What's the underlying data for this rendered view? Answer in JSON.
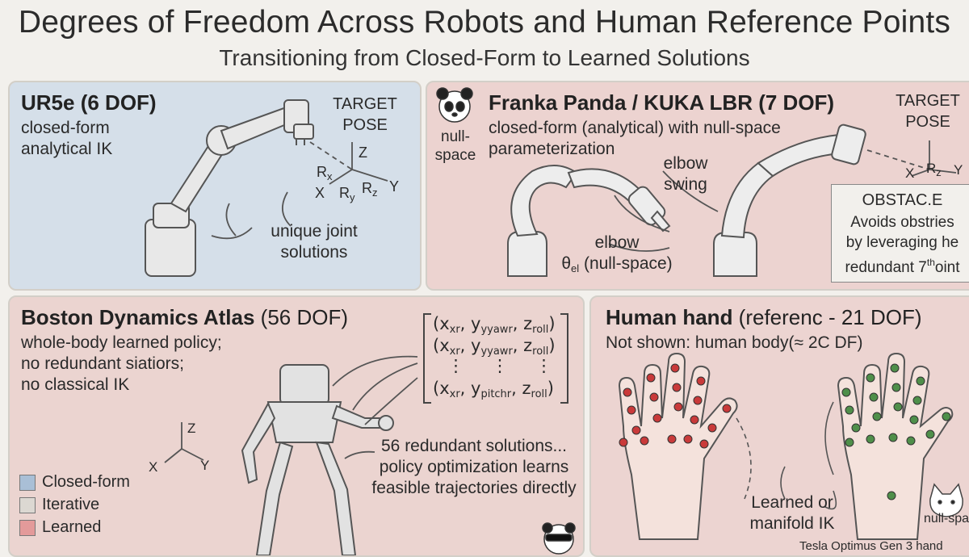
{
  "header": {
    "title": "Degrees of Freedom Across Robots and Human Reference Points",
    "subtitle": "Transitioning from Closed-Form to Learned Solutions"
  },
  "panels": {
    "ur5e": {
      "title": "UR5e (6 DOF)",
      "desc1": "closed-form",
      "desc2": "analytical IK",
      "target1": "TARGET",
      "target2": "POSE",
      "axes": {
        "z": "Z",
        "x": "X",
        "y": "Y",
        "rx": "R",
        "rx_sub": "x",
        "ry": "R",
        "ry_sub": "y",
        "rz": "R",
        "rz_sub": "z"
      },
      "note1": "unique joint",
      "note2": "solutions"
    },
    "franka": {
      "title": "Franka Panda / KUKA LBR (7 DOF)",
      "null1": "null-",
      "null2": "space",
      "desc1": "closed-form (analytical) with null-space",
      "desc2": "parameterization",
      "swing1": "elbow",
      "swing2": "swing",
      "elbow1": "elbow",
      "elbow_theta": "θ",
      "elbow_sub": "el",
      "elbow_rest": " (null-space)",
      "target1": "TARGET",
      "target2": "POSE",
      "axes": {
        "x": "X",
        "y": "Y",
        "rz": "R",
        "rz_sub": "z"
      },
      "obstacle_title": "OBSTAC.E",
      "obs1": "Avoids obstries",
      "obs2": "by leveraging he",
      "obs3a": "redundant 7",
      "obs3sup": "th",
      "obs3b": "oint"
    },
    "atlas": {
      "title_bold": "Boston Dynamics Atlas",
      "title_rest": " (56 DOF)",
      "desc1": "whole-body learned policy;",
      "desc2": "no redundant siatiors;",
      "desc3": "no classical IK",
      "matrix": {
        "r1": [
          "(x",
          "xr",
          ", y",
          "yyawr",
          ", z",
          "roll",
          ")"
        ],
        "r2": [
          "(x",
          "xr",
          ", y",
          "yyawr",
          ", z",
          "roll",
          ")"
        ],
        "dots": "⋮",
        "r3": [
          "(x",
          "xr",
          ", y",
          "pitchr",
          ", z",
          "roll",
          ")"
        ]
      },
      "note1": "56 redundant solutions...",
      "note2": "policy optimization learns",
      "note3": "feasible trajectories directly",
      "axes": {
        "z": "Z",
        "x": "X",
        "y": "Y"
      }
    },
    "hand": {
      "title_bold": "Human hand",
      "title_rest": " (referenc - 21 DOF)",
      "desc": "Not shown: human body(≈ 2C DF)",
      "note1": "Learned or",
      "note2": "manifold IK",
      "null": "null-space",
      "caption": "Tesla Optimus Gen 3 hand"
    }
  },
  "legend": [
    {
      "label": "Closed-form",
      "color": "#a9bfd6"
    },
    {
      "label": "Iterative",
      "color": "#dcd8d2"
    },
    {
      "label": "Learned",
      "color": "#e39a9a"
    }
  ],
  "colors": {
    "joint_red": "#c93a3a",
    "joint_green": "#4f8f4a",
    "blue_panel": "#d5dfe9",
    "pink_panel": "#ecd3d0"
  }
}
